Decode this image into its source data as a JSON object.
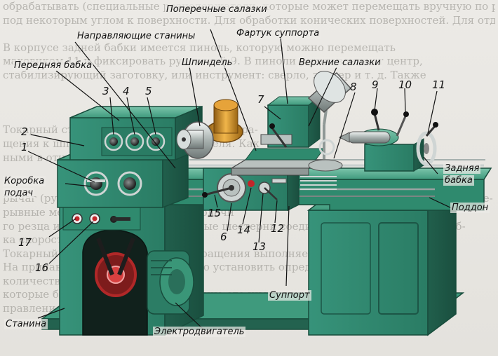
{
  "background_text": [
    "обрабатывать (специальные резцедержатели, которые может перемещать вручную по радиусу, применяется для обработки сложных и",
    "под некоторым углом к поверхности. Для обработки конических поверхностей. Для отдела переменной предусмотрены круто-",
    "",
    "В корпусе задней бабки имеется пиноль, которую можно перемещать",
    "маховиком 11 и фиксировать рукояткой 9. В пиноли устанавливают центр,",
    "стабилизирующий заготовку, или инструмент: сверло, зенкер и т. д. Также",
    "",
    "",
    "",
    "Токарный станок и его основные части с вра-",
    "щения к шпинделю от электродвигателя. Как",
    "ными в отношении",
    "",
    "",
    "рычаг (рукоятки) для переключения и задания частоты вращения шпинделя на непре-",
    "рывные механизмы, направление подачи",
    "го резца и подачи материала сменные шестерни соединяющие шпиндель с короб-",
    "ка скоростей — фартук суппорта",
    "Токарный станок, основная часть вращения выполняется",
    "На прилавке станка, где необходимо установить определенное",
    "количество",
    "которые бывают проводить по заданию его инструкции дополняют подачу и на",
    "правление подач сильно влияние инструкта, обработка изобр"
  ],
  "labels": {
    "poperechnye_salazki": "Поперечные салазки",
    "napravlyayushchie": "Направляющие станины",
    "fartuk": "Фартук суппорта",
    "perednyaya_babka": "Передняя бабка",
    "shpindel": "Шпиндель",
    "verkhnie_salazki": "Верхние салазки",
    "korobka_line1": "Коробка",
    "korobka_line2": "подач",
    "zadnyaya_line1": "Задняя",
    "zadnyaya_line2": "бабка",
    "poddon": "Поддон",
    "stanina": "Станина",
    "suport": "Суппорт",
    "elektrodvigatel": "Электродвигатель"
  },
  "numbers": [
    "1",
    "2",
    "3",
    "4",
    "5",
    "6",
    "7",
    "8",
    "9",
    "10",
    "11",
    "12",
    "13",
    "14",
    "15",
    "16",
    "17"
  ],
  "colors": {
    "machine_green": "#2f8a6e",
    "machine_light": "#5fb196",
    "machine_dark": "#1f5e4b",
    "chrome": "#c9d0cf",
    "copper": "#c98a1e",
    "red": "#c3262a"
  }
}
